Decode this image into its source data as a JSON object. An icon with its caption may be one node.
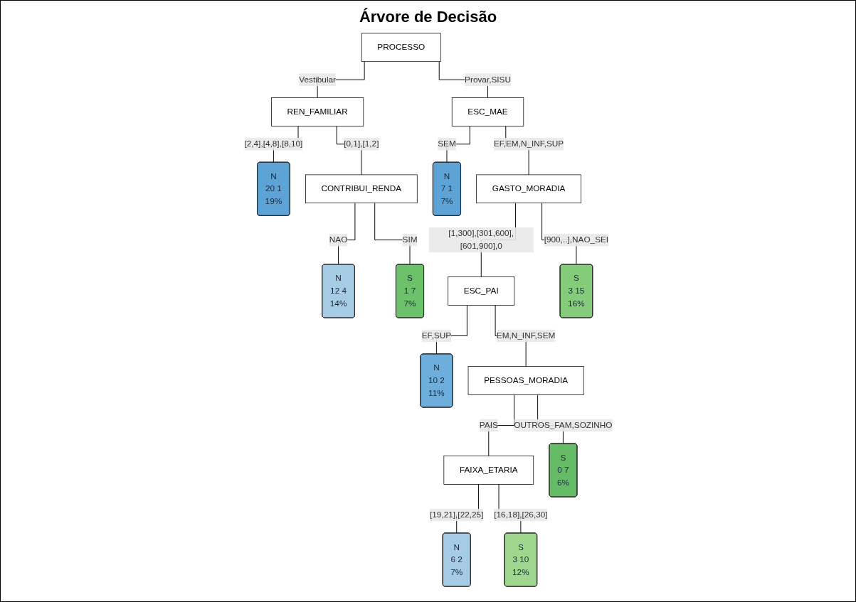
{
  "diagram": {
    "title": "Árvore de Decisão",
    "nodes": [
      {
        "text": [
          "PROCESSO"
        ]
      },
      {
        "text": [
          "REN_FAMILIAR"
        ]
      },
      {
        "text": [
          "ESC_MAE"
        ]
      },
      {
        "text": [
          "N",
          "20 1",
          "19%"
        ]
      },
      {
        "text": [
          "CONTRIBUI_RENDA"
        ]
      },
      {
        "text": [
          "N",
          "12 4",
          "14%"
        ]
      },
      {
        "text": [
          "S",
          "1 7",
          "7%"
        ]
      },
      {
        "text": [
          "N",
          "7 1",
          "7%"
        ]
      },
      {
        "text": [
          "GASTO_MORADIA"
        ]
      },
      {
        "text": [
          "ESC_PAI"
        ]
      },
      {
        "text": [
          "N",
          "10 2",
          "11%"
        ]
      },
      {
        "text": [
          "PESSOAS_MORADIA"
        ]
      },
      {
        "text": [
          "FAIXA_ETARIA"
        ]
      },
      {
        "text": [
          "N",
          "6 2",
          "7%"
        ]
      },
      {
        "text": [
          "S",
          "3 10",
          "12%"
        ]
      },
      {
        "text": [
          "S",
          "0 7",
          "6%"
        ]
      },
      {
        "text": [
          "S",
          "3 15",
          "16%"
        ]
      }
    ],
    "edges": [
      {
        "from": 0,
        "to": 1,
        "label": "Vestibular",
        "arrow": "none"
      },
      {
        "from": 0,
        "to": 2,
        "label": "Provar,SISU",
        "arrow": "none"
      },
      {
        "from": 1,
        "to": 3,
        "label": "[2,4],[4,8],[8,10]",
        "arrow": "none"
      },
      {
        "from": 1,
        "to": 4,
        "label": "[0,1],[1,2]",
        "arrow": "none"
      },
      {
        "from": 4,
        "to": 5,
        "label": "NAO",
        "arrow": "none"
      },
      {
        "from": 4,
        "to": 6,
        "label": "SIM",
        "arrow": "none"
      },
      {
        "from": 2,
        "to": 7,
        "label": "SEM",
        "arrow": "none"
      },
      {
        "from": 2,
        "to": 8,
        "label": "EF,EM,N_INF,SUP",
        "arrow": "none"
      },
      {
        "from": 8,
        "to": 9,
        "label": "[1,300],[301,600],[601,900],0",
        "arrow": "none"
      },
      {
        "from": 8,
        "to": 16,
        "label": "[900,..],NAO_SEI",
        "arrow": "none"
      },
      {
        "from": 9,
        "to": 10,
        "label": "EF,SUP",
        "arrow": "none"
      },
      {
        "from": 9,
        "to": 11,
        "label": "EM,N_INF,SEM",
        "arrow": "none"
      },
      {
        "from": 11,
        "to": 12,
        "label": "PAIS",
        "arrow": "none"
      },
      {
        "from": 11,
        "to": 15,
        "label": "OUTROS_FAM,SOZINHO",
        "arrow": "none"
      },
      {
        "from": 12,
        "to": 13,
        "label": "[19,21],[22,25]",
        "arrow": "none"
      },
      {
        "from": 12,
        "to": 14,
        "label": "[16,18],[26,30]",
        "arrow": "none"
      }
    ]
  }
}
